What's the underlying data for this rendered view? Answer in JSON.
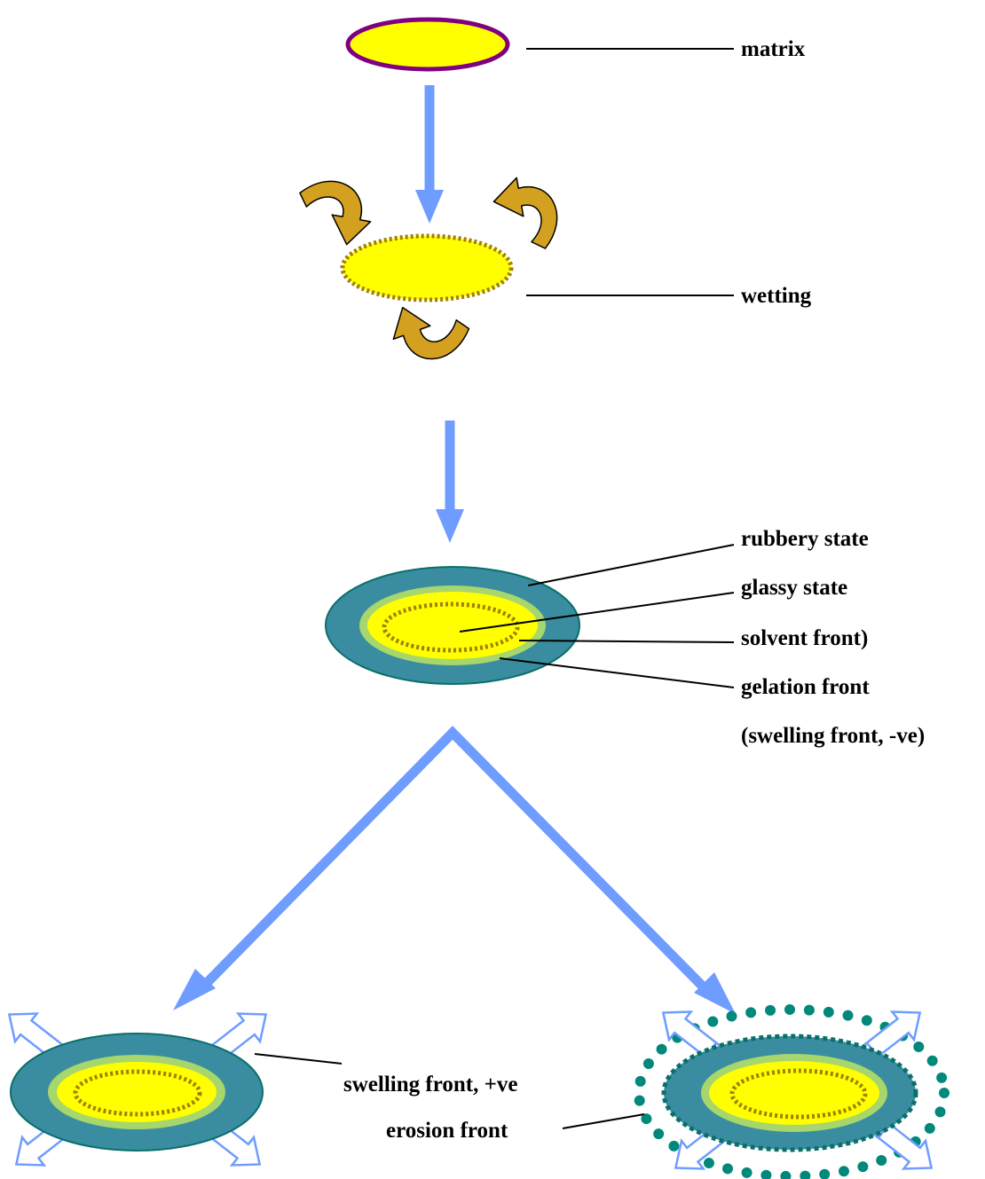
{
  "labels": {
    "matrix": "matrix",
    "wetting": "wetting",
    "rubbery_state": "rubbery state",
    "glassy_state": "glassy state",
    "solvent_front": "solvent front)",
    "gelation_front": "gelation front",
    "swelling_front_negative": "(swelling front, -ve)",
    "swelling_front_positive": "swelling front, +ve",
    "erosion_front": "erosion front"
  },
  "icons": {
    "flow_arrow": "down-arrow-icon",
    "wetting_arrow": "curved-arrow-icon",
    "expansion_arrow": "expansion-arrow-icon"
  },
  "colors": {
    "dry_core": "#ffff00",
    "matrix_outline": "#800080",
    "wetting_dots": "#a08000",
    "rubbery_layer": "#3a8da0",
    "gel_band": "#a6d66c",
    "erosion_dots": "#00897b",
    "flow_arrow": "#6f9cff",
    "wetting_arrow": "#d4a020",
    "expansion_arrow": "#6f9cff",
    "leader_line": "#000000"
  }
}
